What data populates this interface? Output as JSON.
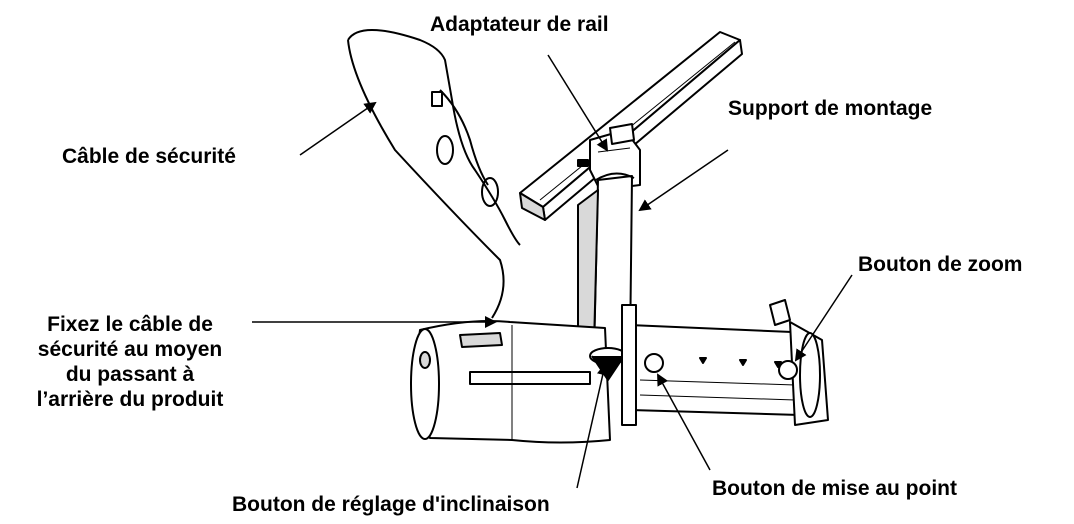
{
  "labels": {
    "rail_adapter": "Adaptateur de rail",
    "mounting_bracket": "Support de montage",
    "safety_cable": "Câble de sécurité",
    "zoom_knob": "Bouton de zoom",
    "safety_attach": [
      "Fixez le câble de",
      "sécurité au moyen",
      "du passant à",
      "l’arrière du produit"
    ],
    "focus_knob": "Bouton de mise au point",
    "tilt_knob": "Bouton de réglage d'inclinaison"
  },
  "colors": {
    "line": "#000000",
    "body_fill": "#ffffff",
    "shadow_fill": "#d9d9d9"
  }
}
